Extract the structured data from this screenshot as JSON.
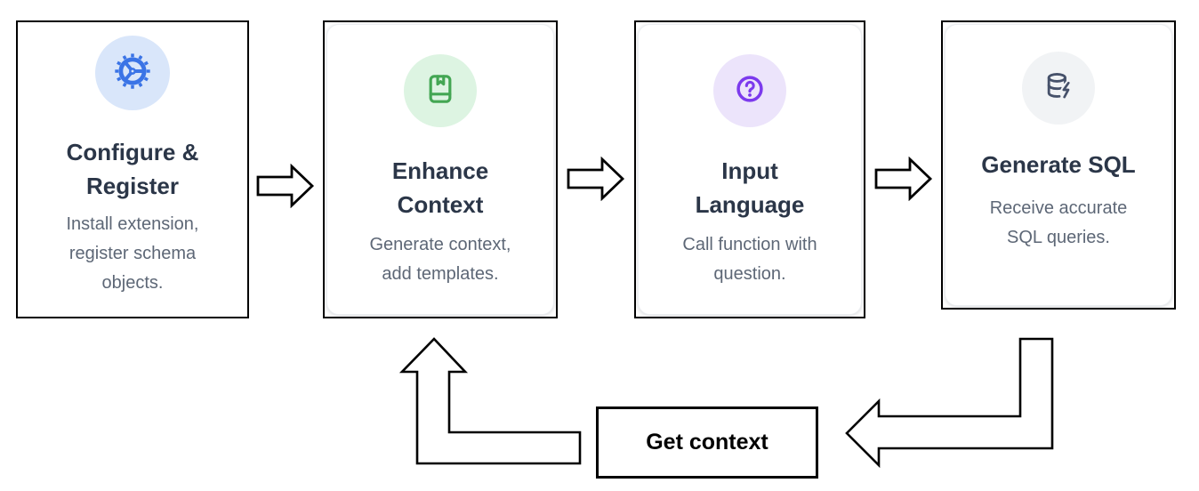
{
  "steps": [
    {
      "title_lines": [
        "Configure &",
        "Register"
      ],
      "desc_lines": [
        "Install extension,",
        "register schema",
        "objects."
      ],
      "icon": "gear-icon",
      "icon_color": "#3b74e6",
      "icon_bg": "#d9e6fa"
    },
    {
      "title_lines": [
        "Enhance",
        "Context"
      ],
      "desc_lines": [
        "Generate context,",
        "add templates."
      ],
      "icon": "book-bookmark-icon",
      "icon_color": "#43a653",
      "icon_bg": "#ddf4e2"
    },
    {
      "title_lines": [
        "Input",
        "Language"
      ],
      "desc_lines": [
        "Call function with",
        "question."
      ],
      "icon": "question-circle-icon",
      "icon_color": "#7c3aed",
      "icon_bg": "#ece4fb"
    },
    {
      "title_lines": [
        "Generate SQL"
      ],
      "desc_lines": [
        "Receive accurate",
        "SQL queries."
      ],
      "icon": "database-bolt-icon",
      "icon_color": "#46516a",
      "icon_bg": "#f1f3f5"
    }
  ],
  "loop": {
    "label": "Get context"
  },
  "icons": {
    "flow_arrow": "right-block-arrow-icon",
    "loop_up_arrow": "up-elbow-arrow-icon",
    "loop_left_arrow": "left-elbow-arrow-icon"
  },
  "colors": {
    "background": "#ffffff",
    "card_border": "#000000",
    "arrow_outline": "#000000",
    "title_text": "#2b3648",
    "desc_text": "#5d6776"
  }
}
